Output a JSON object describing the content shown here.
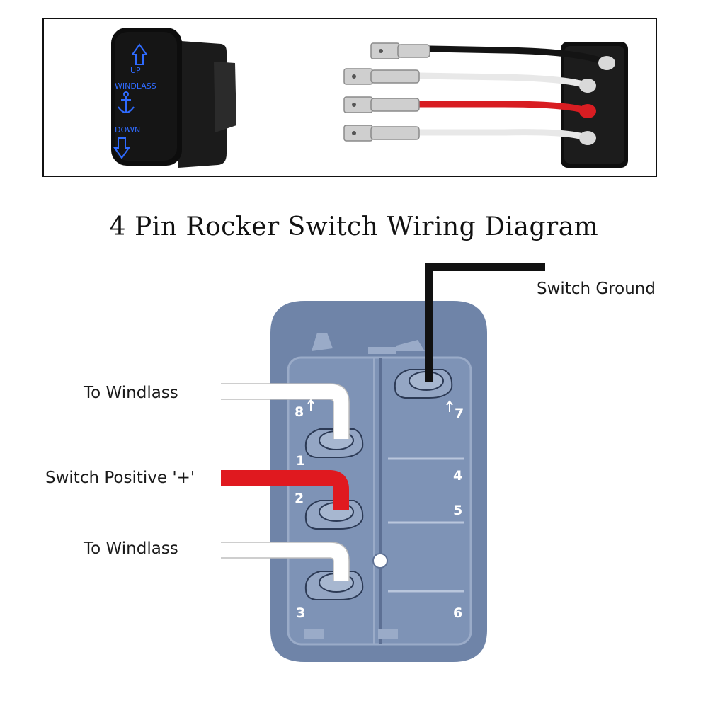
{
  "photo": {
    "switch_labels": {
      "up": "UP",
      "windlass": "WINDLASS",
      "down": "DOWN"
    },
    "wire_colors": [
      "#141414",
      "#e8e8e8",
      "#d81d22",
      "#e8e8e8"
    ]
  },
  "title": "4 Pin Rocker Switch Wiring Diagram",
  "labels": {
    "switch_ground": "Switch Ground",
    "to_windlass_top": "To Windlass",
    "switch_positive": "Switch Positive '+'",
    "to_windlass_bottom": "To Windlass"
  },
  "pins": {
    "p1": "1",
    "p2": "2",
    "p3": "3",
    "p4": "4",
    "p5": "5",
    "p6": "6",
    "p7": "7",
    "p8": "8"
  },
  "colors": {
    "switch_body": "#6f84a8",
    "switch_inner": "#7e93b6",
    "ground_wire": "#111111",
    "positive_wire": "#e0191f",
    "windlass_wire": "#ffffff",
    "switch_led": "#2f6bff"
  }
}
